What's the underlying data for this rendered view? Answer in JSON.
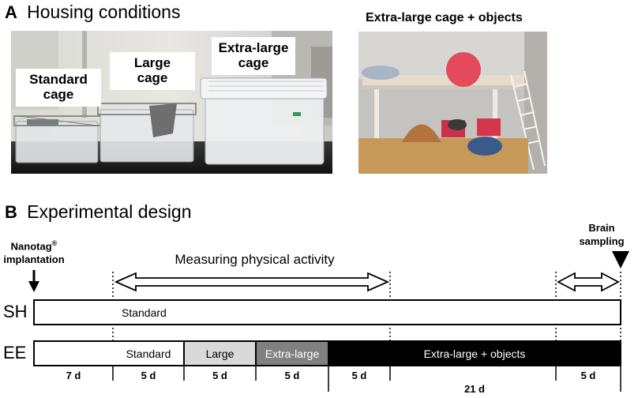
{
  "panel_a": {
    "letter": "A",
    "title": "Housing conditions",
    "cage_labels": {
      "standard": [
        "Standard",
        "cage"
      ],
      "large": [
        "Large",
        "cage"
      ],
      "extra_large": [
        "Extra-large",
        "cage"
      ]
    },
    "right_photo_title": "Extra-large cage + objects"
  },
  "panel_b": {
    "letter": "B",
    "title": "Experimental design",
    "left_event": {
      "line1": "Nanotag",
      "sup": "®",
      "line2": "implantation"
    },
    "right_event": {
      "line1": "Brain",
      "line2": "sampling"
    },
    "activity_label": "Measuring physical activity",
    "rows": {
      "sh": {
        "label": "SH",
        "segment": "Standard"
      },
      "ee": {
        "label": "EE",
        "segments": [
          "Standard",
          "Large",
          "Extra-large",
          "Extra-large + objects"
        ]
      }
    },
    "durations": [
      "7 d",
      "5 d",
      "5 d",
      "5 d",
      "5 d",
      "5 d"
    ],
    "total_duration": "21 d",
    "colors": {
      "standard": "#ffffff",
      "large": "#d9d9d9",
      "extra_large": "#808080",
      "extra_large_objects": "#000000"
    }
  }
}
